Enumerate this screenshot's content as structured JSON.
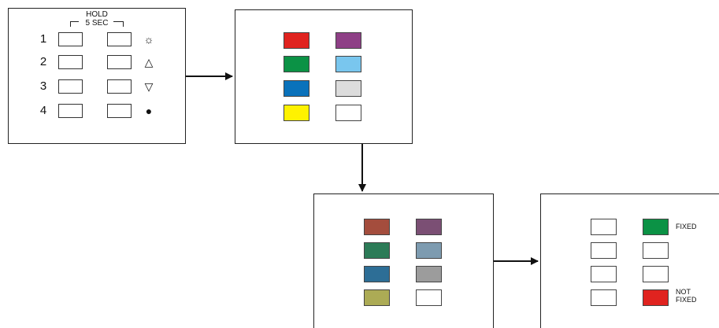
{
  "panel1": {
    "hold_line1": "HOLD",
    "hold_line2": "5 SEC",
    "rows": [
      {
        "num": "1",
        "symbol": "☼",
        "icon": "sun-icon"
      },
      {
        "num": "2",
        "symbol": "△",
        "icon": "triangle-up-icon"
      },
      {
        "num": "3",
        "symbol": "▽",
        "icon": "triangle-down-icon"
      },
      {
        "num": "4",
        "symbol": "●",
        "icon": "dot-icon"
      }
    ]
  },
  "panel2": {
    "left": [
      "#e0231f",
      "#0b9245",
      "#0a72bb",
      "#fff200"
    ],
    "right": [
      "#8e3f86",
      "#79c6ee",
      "#dcdcdc",
      "#ffffff"
    ]
  },
  "panel3": {
    "left": [
      "#a44d3d",
      "#2c7b57",
      "#2d6e96",
      "#acab55"
    ],
    "right": [
      "#7b4f74",
      "#7d9bb0",
      "#9c9c9c",
      "#ffffff"
    ]
  },
  "panel4": {
    "left": [
      "#ffffff",
      "#ffffff",
      "#ffffff",
      "#ffffff"
    ],
    "right": [
      "#0b9245",
      "#ffffff",
      "#ffffff",
      "#e0231f"
    ],
    "label_fixed": "FIXED",
    "label_not": "NOT",
    "label_fixed2": "FIXED"
  }
}
